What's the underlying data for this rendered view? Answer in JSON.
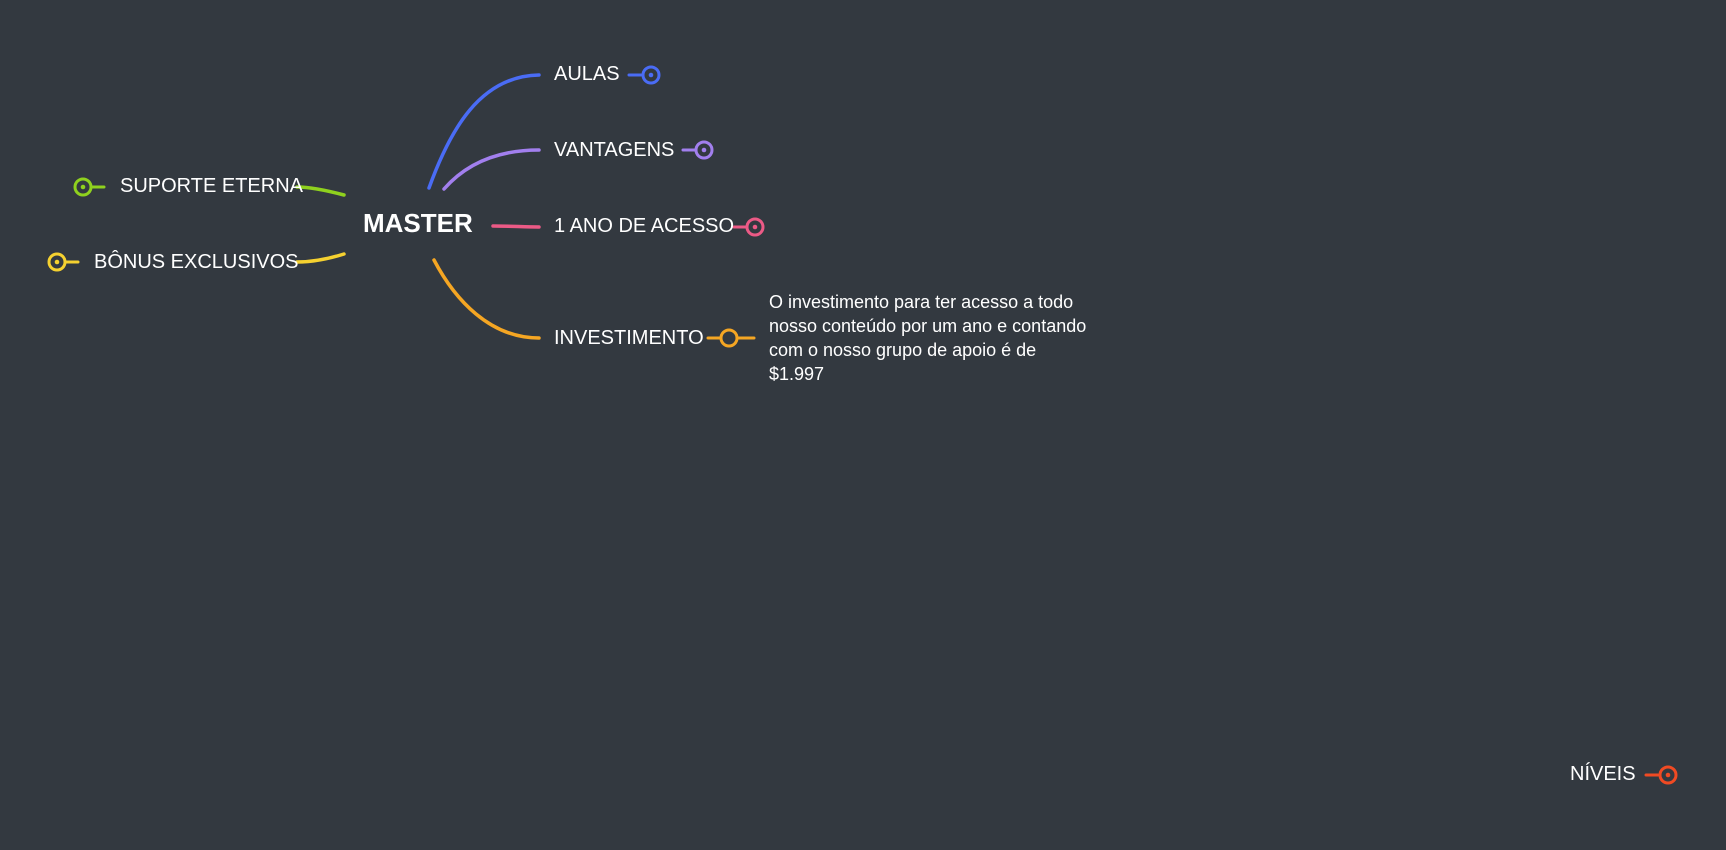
{
  "central": {
    "label": "MASTER"
  },
  "branches": [
    {
      "id": "aulas",
      "label": "AULAS",
      "color": "#4a6cf5"
    },
    {
      "id": "vantagens",
      "label": "VANTAGENS",
      "color": "#a27fee"
    },
    {
      "id": "acesso",
      "label": "1 ANO DE ACESSO",
      "color": "#ec5a86"
    },
    {
      "id": "investimento",
      "label": "INVESTIMENTO",
      "color": "#f5a623",
      "note": "O investimento para ter acesso a todo nosso conteúdo por um ano e contando com o nosso grupo de apoio é de $1.997"
    },
    {
      "id": "suporte",
      "label": "SUPORTE ETERNA",
      "color": "#8fd11e"
    },
    {
      "id": "bonus",
      "label": "BÔNUS EXCLUSIVOS",
      "color": "#f5d130"
    }
  ],
  "corner_node": {
    "label": "NÍVEIS",
    "color": "#f04a23"
  }
}
